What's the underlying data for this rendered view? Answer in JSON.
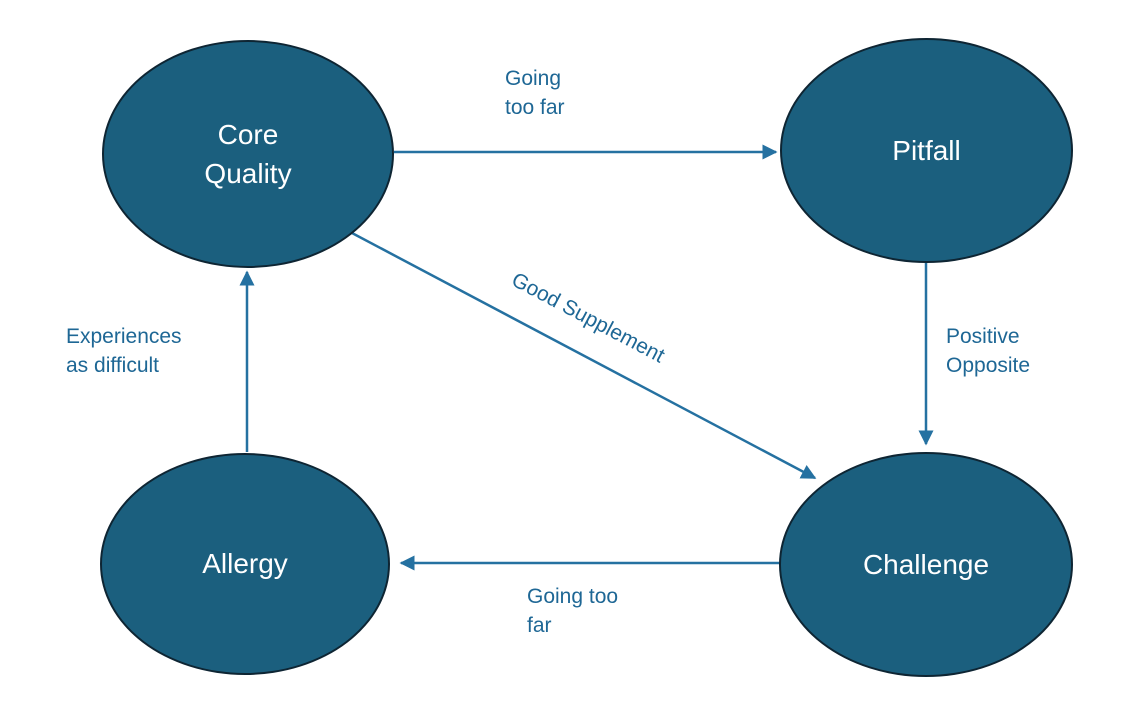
{
  "diagram": {
    "nodes": [
      {
        "id": "core_quality",
        "label": "Core Quality"
      },
      {
        "id": "pitfall",
        "label": "Pitfall"
      },
      {
        "id": "challenge",
        "label": "Challenge"
      },
      {
        "id": "allergy",
        "label": "Allergy"
      }
    ],
    "edges": [
      {
        "from": "core_quality",
        "to": "pitfall",
        "label": "Going\ntoo far"
      },
      {
        "from": "pitfall",
        "to": "challenge",
        "label": "Positive\nOpposite"
      },
      {
        "from": "core_quality",
        "to": "challenge",
        "label": "Good Supplement"
      },
      {
        "from": "challenge",
        "to": "allergy",
        "label": "Going too\nfar"
      },
      {
        "from": "allergy",
        "to": "core_quality",
        "label": "Experiences\nas difficult"
      }
    ],
    "colors": {
      "node_fill": "#1B5F7E",
      "node_border": "#0E2533",
      "node_text": "#FFFFFF",
      "arrow": "#2571A1",
      "edge_label_text": "#1E6795",
      "background": "#FFFFFF"
    }
  }
}
